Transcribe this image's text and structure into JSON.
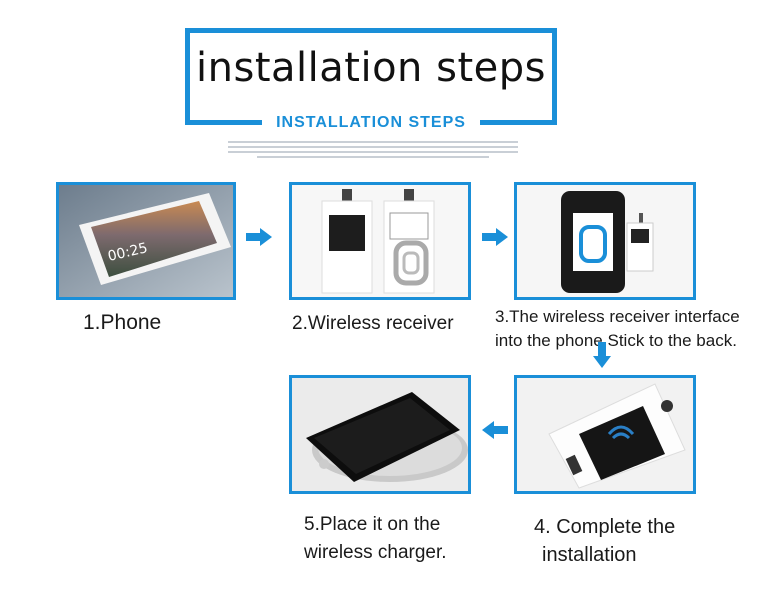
{
  "header": {
    "title": "installation steps",
    "subtitle": "INSTALLATION STEPS"
  },
  "steps": [
    {
      "caption": "1.Phone"
    },
    {
      "caption": "2.Wireless receiver"
    },
    {
      "caption_line1": "3.The wireless receiver interface",
      "caption_line2": "into the phone,Stick to the back."
    },
    {
      "caption_line1": "4. Complete the",
      "caption_line2": "installation"
    },
    {
      "caption_line1": "5.Place it on the",
      "caption_line2": "wireless charger."
    }
  ],
  "colors": {
    "accent": "#1a8fd8"
  },
  "icons": [
    "arrow-right-icon",
    "arrow-down-icon",
    "arrow-left-icon"
  ]
}
